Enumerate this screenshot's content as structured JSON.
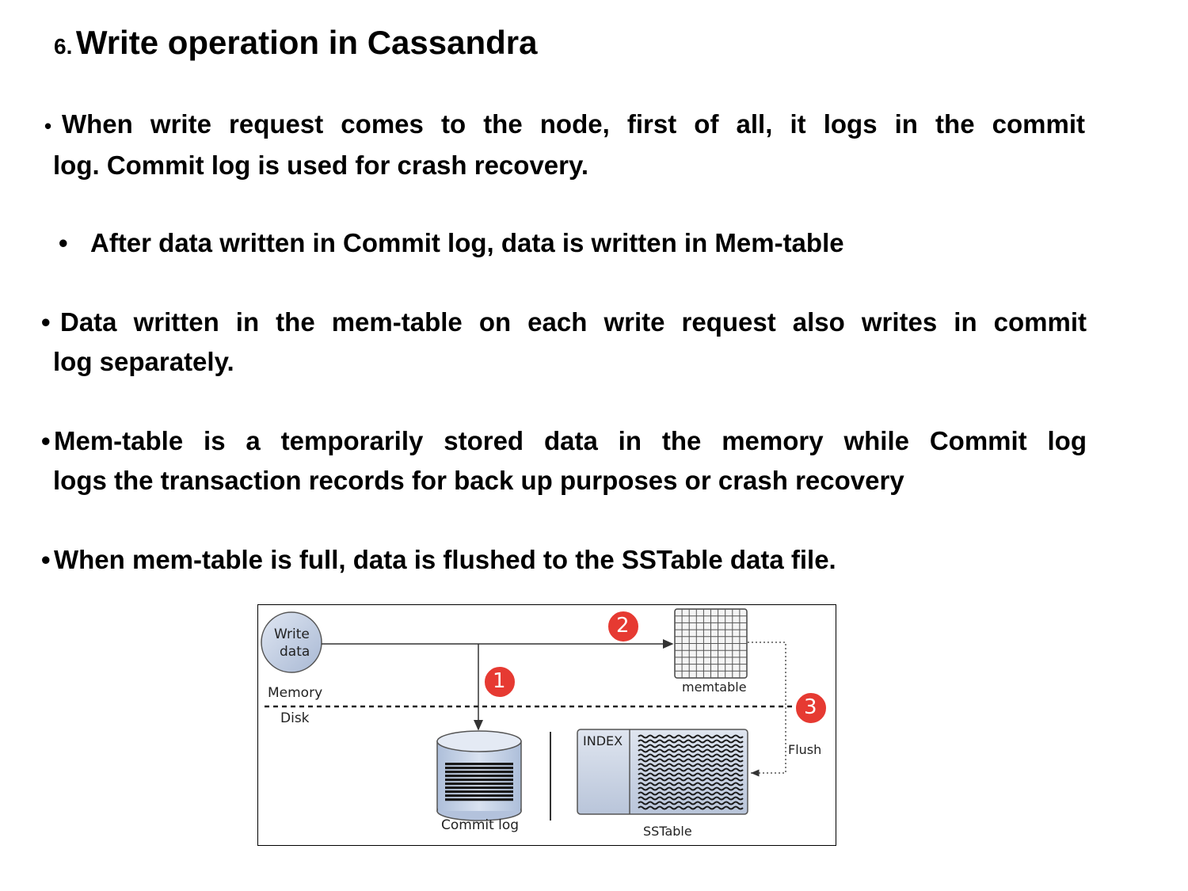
{
  "slide": {
    "title_number": "6.",
    "title": "Write operation in Cassandra",
    "bullets": [
      {
        "symbol": "•",
        "line1": "When write request comes to the node, first of all, it logs in the commit",
        "line2": "log. Commit log is used for crash recovery."
      },
      {
        "symbol": "•",
        "line1": "After data written in Commit log, data is written in Mem-table"
      },
      {
        "symbol": "•",
        "line1": "Data written in the mem-table on each write request also writes in commit",
        "line2": "log separately."
      },
      {
        "symbol": "•",
        "line1": "Mem-table is a temporarily stored data in the memory while Commit log",
        "line2": "logs the transaction records for back up purposes or crash recovery"
      },
      {
        "symbol": "•",
        "line1": "When mem-table is full, data is flushed to the SSTable data file."
      }
    ]
  },
  "diagram": {
    "write_data_line1": "Write",
    "write_data_line2": "data",
    "memory_label": "Memory",
    "disk_label": "Disk",
    "commit_log_label": "Commit log",
    "memtable_label": "memtable",
    "index_label": "INDEX",
    "sstable_label": "SSTable",
    "flush_label": "Flush",
    "step1": "1",
    "step2": "2",
    "step3": "3",
    "colors": {
      "badge": "#e63a32",
      "drum": "#c7d3e6",
      "sstable": "#cdd6e6"
    }
  }
}
